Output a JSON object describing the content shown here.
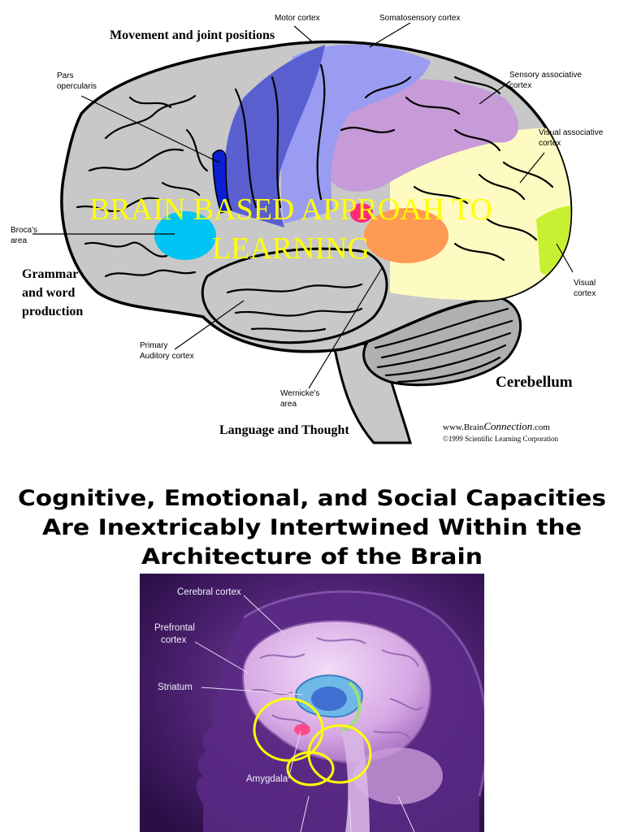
{
  "diagram_top": {
    "labels": {
      "motor_cortex": "Motor cortex",
      "somatosensory_cortex": "Somatosensory cortex",
      "pars_opercularis_line1": "Pars",
      "pars_opercularis_line2": "opercularis",
      "sensory_associative_line1": "Sensory associative",
      "sensory_associative_line2": "cortex",
      "visual_associative_line1": "Visual associative",
      "visual_associative_line2": "cortex",
      "brocas_area_line1": "Broca's",
      "brocas_area_line2": "area",
      "visual_cortex_line1": "Visual",
      "visual_cortex_line2": "cortex",
      "primary_auditory_line1": "Primary",
      "primary_auditory_line2": "Auditory cortex",
      "wernickes_area_line1": "Wernicke's",
      "wernickes_area_line2": "area"
    },
    "annotations": {
      "movement": "Movement and joint positions",
      "grammar_line1": "Grammar",
      "grammar_line2": "and word",
      "grammar_line3": "production",
      "cerebellum": "Cerebellum",
      "language": "Language and Thought"
    },
    "overlay_title_line1": "BRAIN BASED  APPROAH TO",
    "overlay_title_line2": "LEARNING",
    "credit_site_prefix": "www.Brain",
    "credit_site_italic": "Connection",
    "credit_site_suffix": ".com",
    "credit_copyright": "©1999 Scientific Learning Corporation",
    "colors": {
      "brain_gray": "#c8c8c8",
      "motor_blue": "#5a5fd0",
      "somatosensory_blue": "#9a9cf2",
      "sensory_assoc_purple": "#c79ad8",
      "visual_assoc_yellow": "#fdfbc2",
      "visual_cortex_green": "#c8f032",
      "brocas_cyan": "#00c4f4",
      "wernickes_orange": "#ff9a55",
      "overlay_text": "#ffff00"
    }
  },
  "heading": {
    "line1": "Cognitive, Emotional, and Social Capacities",
    "line2": "Are Inextricably Intertwined Within the",
    "line3": "Architecture of the Brain"
  },
  "photo": {
    "labels": {
      "cerebral_cortex": "Cerebral cortex",
      "prefrontal_line1": "Prefrontal",
      "prefrontal_line2": "cortex",
      "striatum": "Striatum",
      "amygdala": "Amygdala"
    },
    "colors": {
      "background": "#3c1a5c",
      "highlight_circles": "#ffff00"
    }
  }
}
